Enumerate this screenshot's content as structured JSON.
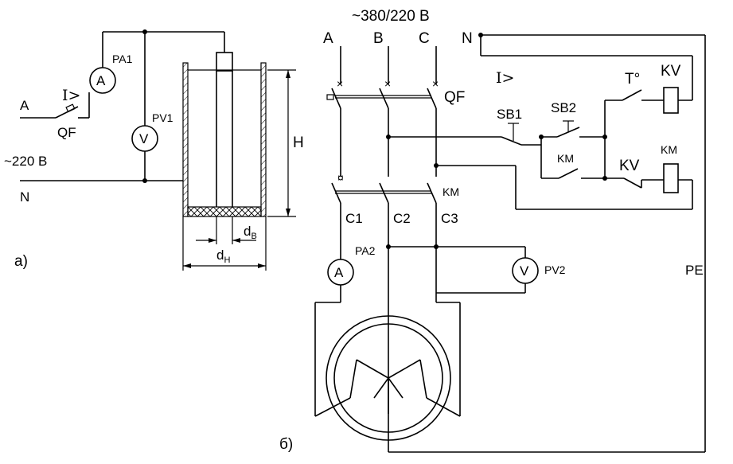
{
  "diagram_a": {
    "phase_label": "A",
    "breaker_label": "QF",
    "overcurrent_symbol": "I>",
    "ammeter_label": "PA1",
    "ammeter_symbol": "A",
    "voltmeter_label": "PV1",
    "voltmeter_symbol": "V",
    "supply_label": "~220 В",
    "neutral_label": "N",
    "height_label": "H",
    "inner_diameter_main": "d",
    "inner_diameter_sub": "В",
    "outer_diameter_main": "d",
    "outer_diameter_sub": "Н",
    "caption": "а)"
  },
  "diagram_b": {
    "supply_label": "~380/220 В",
    "phase_a": "A",
    "phase_b": "B",
    "phase_c": "C",
    "neutral_label": "N",
    "breaker_label": "QF",
    "overcurrent_symbol": "I>",
    "temp_symbol": "T°",
    "relay_kv_label": "KV",
    "relay_kv_contact_label": "KV",
    "button_sb1": "SB1",
    "button_sb2": "SB2",
    "contactor_hold_label": "KM",
    "contactor_coil_label": "KM",
    "contactor_main_label": "KM",
    "motor_c1": "C1",
    "motor_c2": "C2",
    "motor_c3": "C3",
    "ammeter_label": "PA2",
    "ammeter_symbol": "A",
    "voltmeter_label": "PV2",
    "voltmeter_symbol": "V",
    "pe_label": "PE",
    "caption": "б)"
  }
}
